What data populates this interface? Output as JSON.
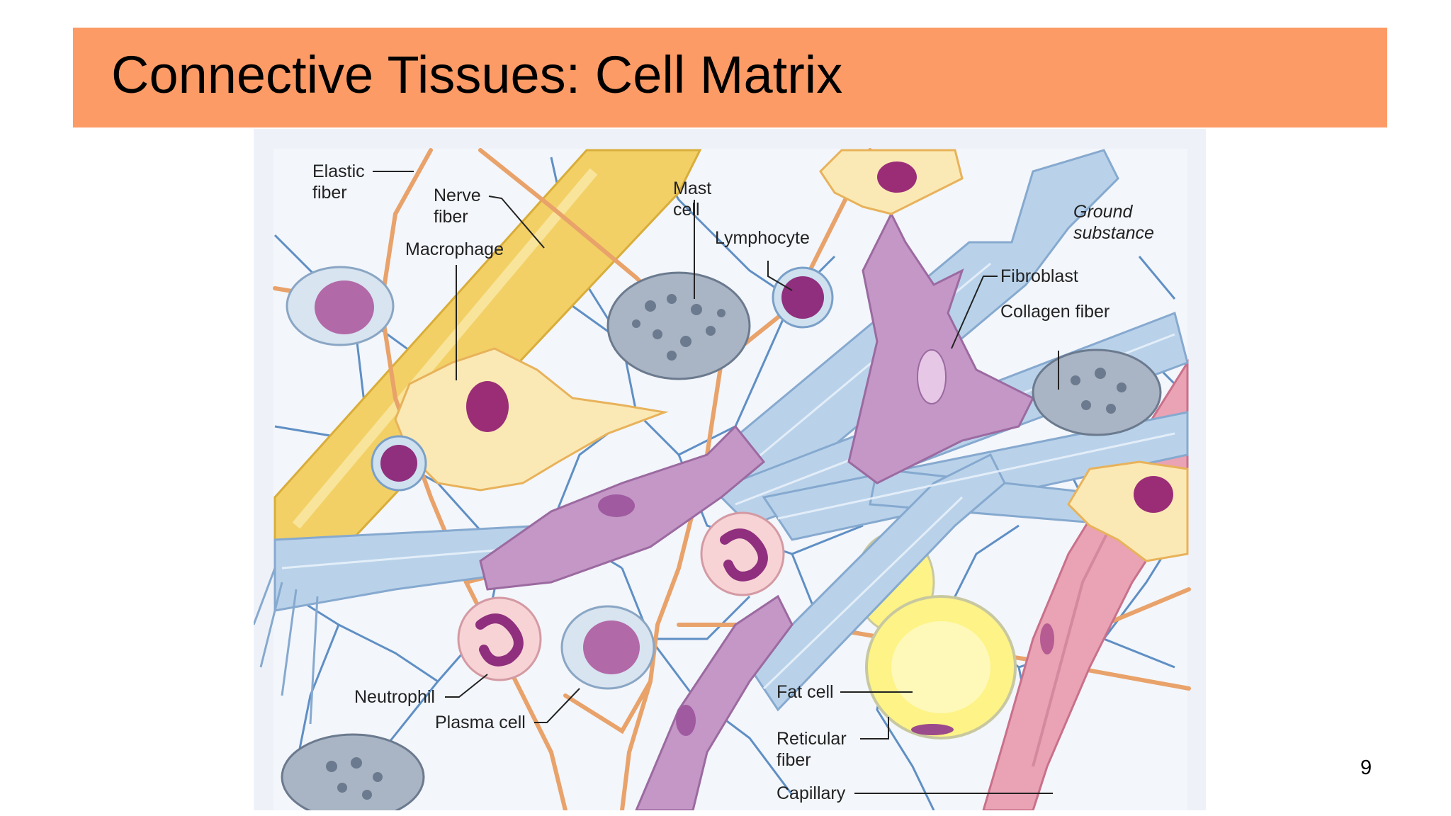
{
  "slide": {
    "title": "Connective Tissues: Cell Matrix",
    "page_number": "9"
  },
  "figure": {
    "labels": {
      "elastic_fiber": [
        "Elastic",
        "fiber"
      ],
      "nerve_fiber": [
        "Nerve",
        "fiber"
      ],
      "macrophage": "Macrophage",
      "mast_cell": [
        "Mast",
        "cell"
      ],
      "lymphocyte": "Lymphocyte",
      "ground_substance": [
        "Ground",
        "substance"
      ],
      "fibroblast": "Fibroblast",
      "collagen_fiber": "Collagen fiber",
      "neutrophil": "Neutrophil",
      "plasma_cell": "Plasma cell",
      "fat_cell": "Fat cell",
      "reticular_fiber": [
        "Reticular",
        "fiber"
      ],
      "capillary": "Capillary"
    }
  },
  "colors": {
    "title_bar": "#fd9b66",
    "elastic_fiber": "#e8a26a",
    "reticular_fiber": "#5f8fc4",
    "collagen_fiber": "#b9d2ea",
    "fibroblast": "#c497c6",
    "nerve_fiber": "#f2d065",
    "fat_cell": "#fdf387",
    "macrophage": "#fbe9b5",
    "nucleus": "#8f2f7d",
    "capillary": "#e9a3b4"
  }
}
